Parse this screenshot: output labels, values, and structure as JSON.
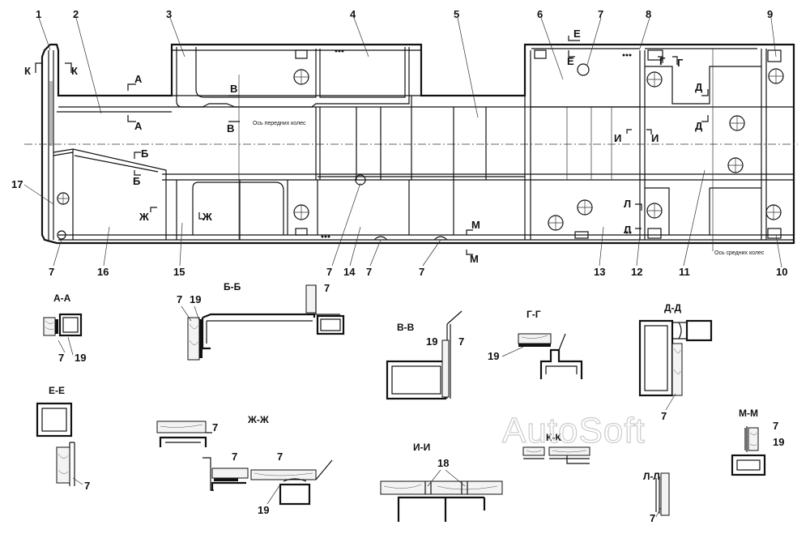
{
  "callouts": [
    "1",
    "2",
    "3",
    "4",
    "5",
    "6",
    "7",
    "8",
    "9",
    "10",
    "11",
    "12",
    "13",
    "14",
    "15",
    "16",
    "17",
    "7",
    "7",
    "7",
    "7",
    "7",
    "7"
  ],
  "section_marks": {
    "K": "К",
    "A": "А",
    "B": "Б",
    "V": "В",
    "G": "Г",
    "D": "Д",
    "E": "Е",
    "ZH": "Ж",
    "I": "И",
    "L": "Л",
    "M": "М"
  },
  "annotations": {
    "front_axle": "Ось передних колес",
    "rear_axle": "Ось средних колес"
  },
  "sections": {
    "aa": {
      "title": "А-А",
      "labels": [
        "7",
        "19"
      ]
    },
    "bb": {
      "title": "Б-Б",
      "labels": [
        "7",
        "19",
        "7"
      ]
    },
    "vv": {
      "title": "В-В",
      "labels": [
        "19",
        "7"
      ]
    },
    "gg": {
      "title": "Г-Г",
      "labels": [
        "19"
      ]
    },
    "dd": {
      "title": "Д-Д",
      "labels": [
        "7"
      ]
    },
    "ee": {
      "title": "Е-Е",
      "labels": [
        "7"
      ]
    },
    "zhzh": {
      "title": "Ж-Ж",
      "labels": [
        "7",
        "7",
        "7",
        "19"
      ]
    },
    "ii": {
      "title": "И-И",
      "labels": [
        "18"
      ]
    },
    "kk": {
      "title": "К-К",
      "labels": []
    },
    "ll": {
      "title": "Л-Л",
      "labels": [
        "7"
      ]
    },
    "mm": {
      "title": "М-М",
      "labels": [
        "7",
        "19"
      ]
    }
  },
  "watermark": "AutoSoft"
}
